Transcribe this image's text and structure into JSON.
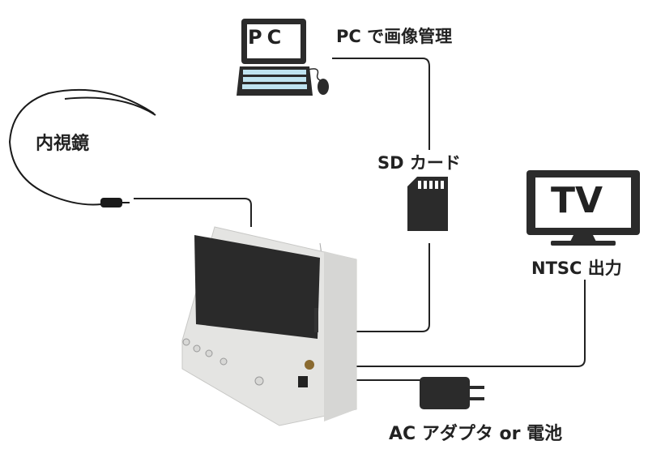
{
  "labels": {
    "pc": "PC で画像管理",
    "sd": "SD カード",
    "tv_out": "NTSC 出力",
    "power": "AC アダプタ or 電池",
    "endoscope": "内視鏡"
  },
  "icons": {
    "pc_screen_text": "PC",
    "tv_screen_text": "TV"
  },
  "colors": {
    "line": "#222222",
    "icon": "#2b2b2b",
    "keys": "#bfe3f0",
    "device": "#e4e4e2",
    "screen": "#2a2a2a"
  }
}
